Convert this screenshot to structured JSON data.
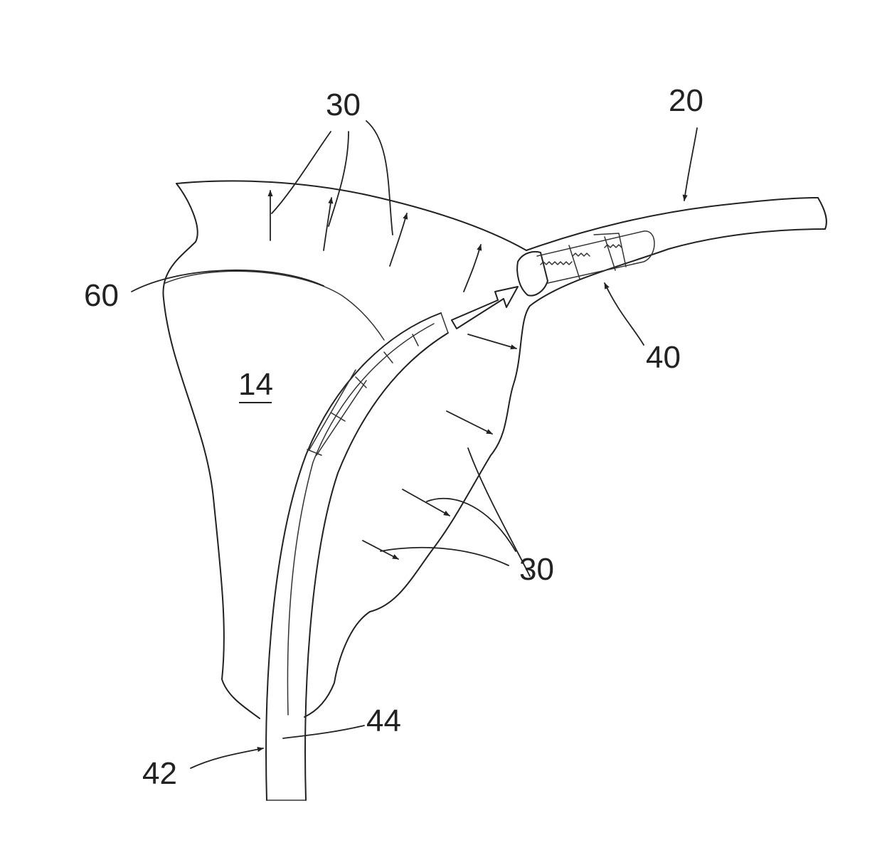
{
  "labels": {
    "ref_20": "20",
    "ref_30_top": "30",
    "ref_30_bottom": "30",
    "ref_40": "40",
    "ref_60": "60",
    "ref_14": "14",
    "ref_42": "42",
    "ref_44": "44"
  }
}
